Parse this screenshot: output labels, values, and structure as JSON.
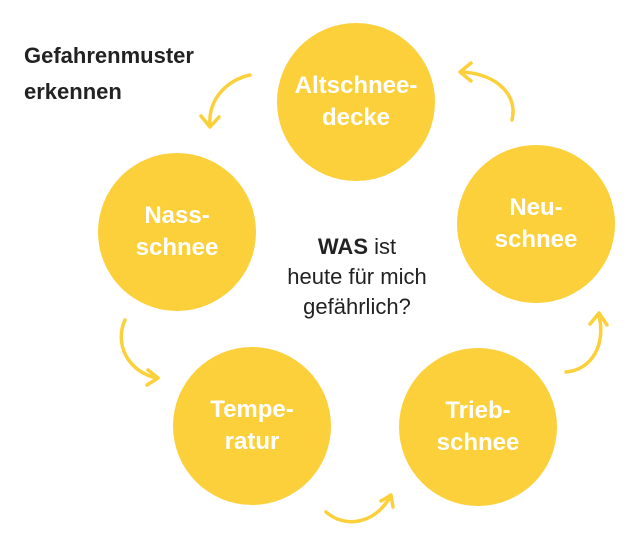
{
  "heading": {
    "line1": "Gefahrenmuster",
    "line2": "erkennen"
  },
  "center": {
    "strong": "WAS",
    "rest": " ist",
    "line2": "heute für mich",
    "line3": "gefährlich?"
  },
  "nodes": [
    {
      "line1": "Altschnee-",
      "line2": "decke"
    },
    {
      "line1": "Neu-",
      "line2": "schnee"
    },
    {
      "line1": "Trieb-",
      "line2": "schnee"
    },
    {
      "line1": "Tempe-",
      "line2": "ratur"
    },
    {
      "line1": "Nass-",
      "line2": "schnee"
    }
  ],
  "colors": {
    "accent": "#fcd03b",
    "text": "#222222",
    "node_text": "#ffffff"
  }
}
